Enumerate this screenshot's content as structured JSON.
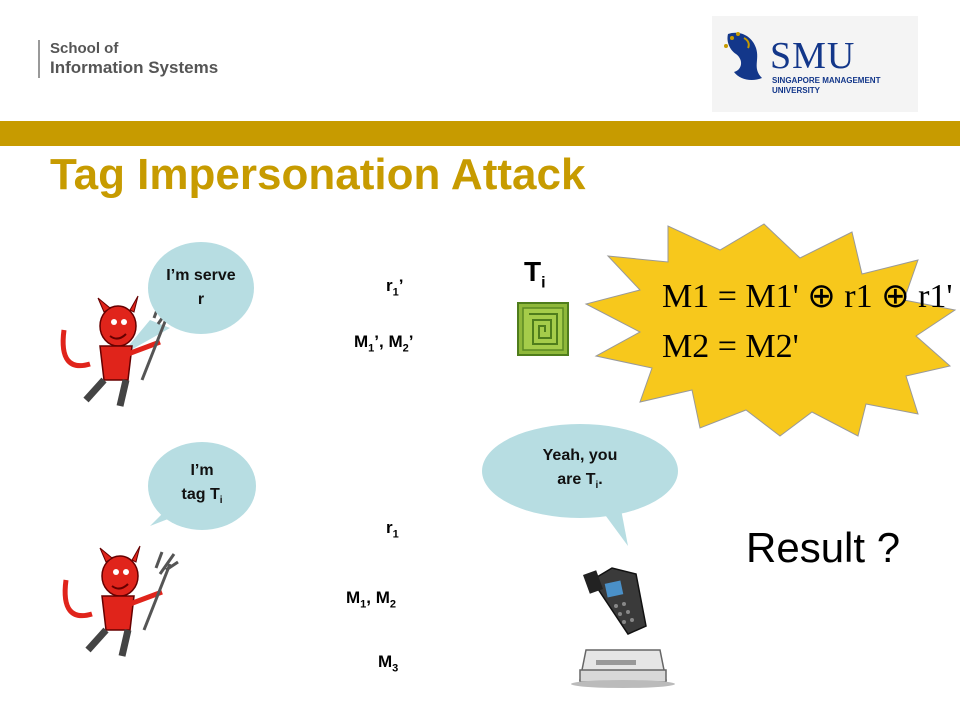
{
  "header": {
    "school_line1": "School of",
    "school_line2": "Information Systems",
    "smu_word": "SMU",
    "smu_sub1": "SINGAPORE MANAGEMENT",
    "smu_sub2": "UNIVERSITY"
  },
  "title": "Tag Impersonation Attack",
  "top": {
    "bubble_text": "I’m serve r",
    "msg1_base": "r",
    "msg1_sub": "1",
    "msg1_suffix": "’",
    "msg2_a": "M",
    "msg2_a_sub": "1",
    "msg2_mid": "’, M",
    "msg2_b_sub": "2",
    "msg2_suffix": "’",
    "tag_label": "T",
    "tag_sub": "i",
    "eq1": "M1 = M1' ⊕ r1 ⊕ r1'",
    "eq2": "M2 = M2'"
  },
  "bottom": {
    "attacker_bubble_line1": "I’m",
    "attacker_bubble_line2": "tag T",
    "attacker_bubble_sub": "i",
    "reader_bubble_line1": "Yeah, you",
    "reader_bubble_line2": "are T",
    "reader_bubble_sub": "i",
    "reader_bubble_end": ".",
    "msg1_base": "r",
    "msg1_sub": "1",
    "msg2_a": "M",
    "msg2_a_sub": "1",
    "msg2_mid": ",  M",
    "msg2_b_sub": "2",
    "msg3_base": "M",
    "msg3_sub": "3"
  },
  "result": "Result ?",
  "colors": {
    "gold": "#c79b00",
    "bubble": "#b7dde2",
    "star": "#f7c81c",
    "devil": "#e0241b"
  }
}
